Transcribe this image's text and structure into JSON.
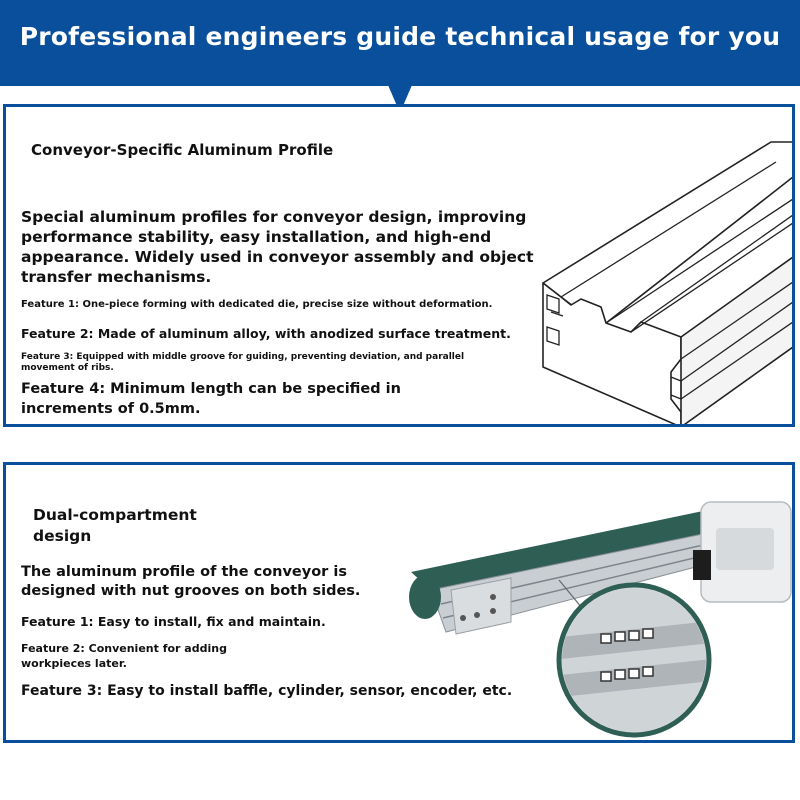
{
  "banner": {
    "title": "Professional engineers guide technical usage for you"
  },
  "profile_section": {
    "heading": "Conveyor-Specific Aluminum Profile",
    "intro": "Special aluminum profiles for conveyor design, improving performance stability, easy installation, and high-end appearance. Widely used in conveyor assembly and object transfer mechanisms.",
    "feature_1": "Feature 1: One-piece forming with dedicated die, precise size without deformation.",
    "feature_2": "Feature 2: Made of aluminum alloy, with anodized surface treatment.",
    "feature_3": "Feature 3: Equipped with middle groove for guiding, preventing deviation, and parallel movement of ribs.",
    "feature_4": "Feature 4: Minimum length can be specified in increments of 0.5mm."
  },
  "dual_section": {
    "heading": "Dual-compartment design",
    "intro": "The aluminum profile of the conveyor is designed with nut grooves on both sides.",
    "feature_1": "Feature 1: Easy to install, fix and maintain.",
    "feature_2": "Feature 2: Convenient for adding workpieces later.",
    "feature_3": "Feature 3: Easy to install baffle, cylinder, sensor, encoder, etc."
  },
  "colors": {
    "brand_blue": "#0a4f9c",
    "belt_green": "#2f5e55",
    "profile_grey": "#cfd4d8"
  }
}
